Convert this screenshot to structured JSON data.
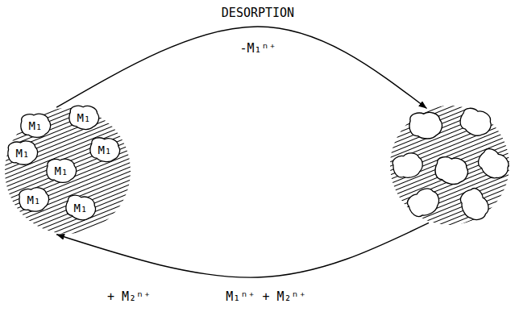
{
  "diagram": {
    "nodes": [
      {
        "text": []
      },
      {
        "text": [
          "M₁"
        ],
        "in": 0
      },
      {
        "text": [
          "M₁"
        ],
        "in": 0
      },
      {
        "text": [
          "M₁"
        ],
        "in": 0
      },
      {
        "text": [
          "M₁"
        ],
        "in": 0
      },
      {
        "text": [
          "M₁"
        ],
        "in": 0
      },
      {
        "text": [
          "M₁"
        ],
        "in": 0
      },
      {
        "text": [
          "M₁"
        ],
        "in": 0
      },
      {
        "text": []
      }
    ],
    "edges": [
      {
        "from": 0,
        "to": 8,
        "arrow": "to",
        "label": "-M₁ⁿ⁺"
      },
      {
        "from": 8,
        "to": 0,
        "arrow": "to",
        "label": "M₁ⁿ⁺ + M₂ⁿ⁺"
      }
    ],
    "labels": [
      "DESORPTION",
      "+ M₂ⁿ⁺"
    ]
  }
}
